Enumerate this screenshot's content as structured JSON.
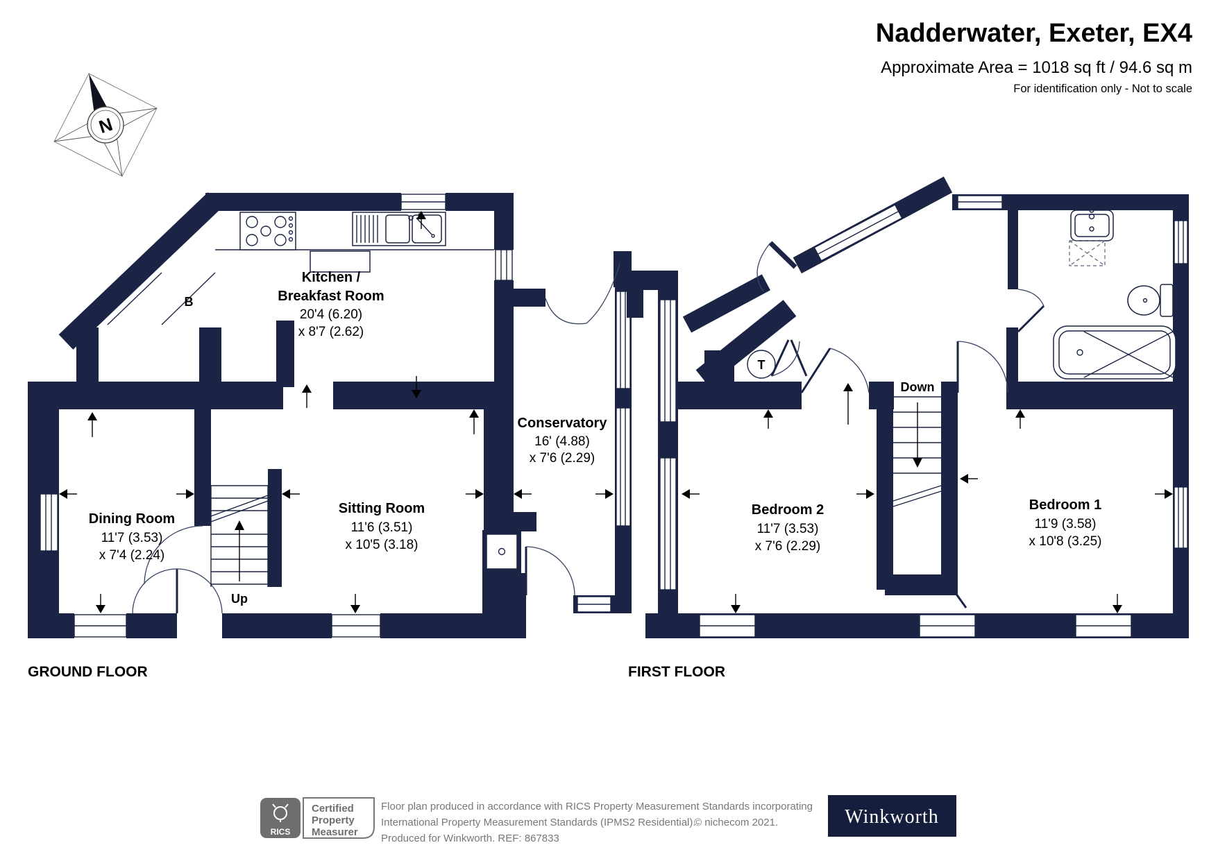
{
  "header": {
    "title": "Nadderwater, Exeter, EX4",
    "area_line": "Approximate Area = 1018 sq ft / 94.6 sq m",
    "scale_note": "For identification only - Not to scale"
  },
  "compass_label": "N",
  "ground": {
    "floor_label": "GROUND FLOOR",
    "kitchen_name_1": "Kitchen /",
    "kitchen_name_2": "Breakfast Room",
    "kitchen_dim_1": "20'4 (6.20)",
    "kitchen_dim_2": "x 8'7 (2.62)",
    "dining_name": "Dining Room",
    "dining_dim_1": "11'7 (3.53)",
    "dining_dim_2": "x 7'4 (2.24)",
    "sitting_name": "Sitting Room",
    "sitting_dim_1": "11'6 (3.51)",
    "sitting_dim_2": "x 10'5 (3.18)",
    "conservatory_name": "Conservatory",
    "conservatory_dim_1": "16' (4.88)",
    "conservatory_dim_2": "x 7'6 (2.29)",
    "stairs_label": "Up",
    "boiler_label": "B"
  },
  "first": {
    "floor_label": "FIRST FLOOR",
    "bedroom2_name": "Bedroom 2",
    "bedroom2_dim_1": "11'7 (3.53)",
    "bedroom2_dim_2": "x 7'6 (2.29)",
    "bedroom1_name": "Bedroom 1",
    "bedroom1_dim_1": "11'9 (3.58)",
    "bedroom1_dim_2": "x 10'8 (3.25)",
    "stairs_label": "Down",
    "tank_label": "T"
  },
  "footer": {
    "rics_label": "RICS",
    "cert_line_1": "Certified",
    "cert_line_2": "Property",
    "cert_line_3": "Measurer",
    "disclaimer_1": "Floor plan produced in accordance with RICS Property Measurement Standards incorporating",
    "disclaimer_2": "International Property Measurement Standards (IPMS2 Residential).",
    "copyright": "© nichecom 2021.",
    "disclaimer_3": "Produced for Winkworth.   REF: 867833",
    "brand": "Winkworth"
  },
  "colors": {
    "wall_navy": "#1b2444",
    "brand_navy": "#151e3d",
    "footer_gray": "#6e6e6e"
  }
}
